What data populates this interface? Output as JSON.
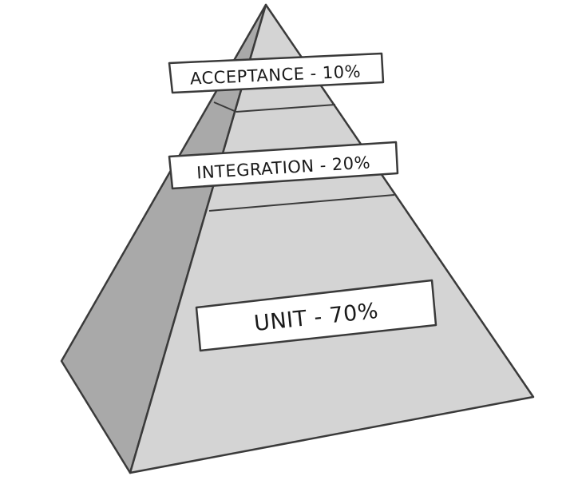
{
  "diagram": {
    "tiers": [
      {
        "label": "ACCEPTANCE - 10%",
        "name": "Acceptance",
        "percent": 10
      },
      {
        "label": "INTEGRATION - 20%",
        "name": "Integration",
        "percent": 20
      },
      {
        "label": "UNIT - 70%",
        "name": "Unit",
        "percent": 70
      }
    ],
    "colors": {
      "front_face": "#d4d4d4",
      "side_face": "#a9a9a9",
      "outline": "#3a3a3a",
      "label_bg": "#ffffff"
    }
  }
}
